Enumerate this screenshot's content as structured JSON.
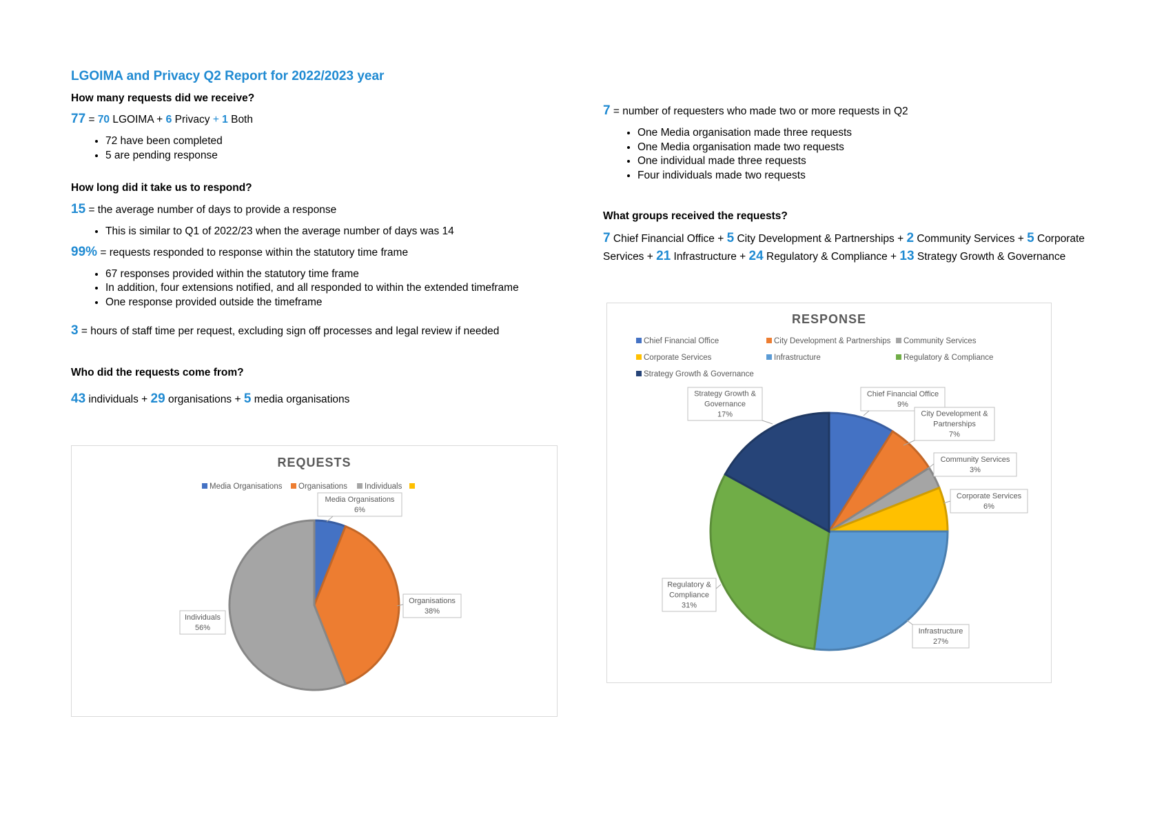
{
  "title": "LGOIMA and Privacy Q2 Report for 2022/2023 year",
  "s1": {
    "heading": "How many requests did we receive?",
    "total": "77",
    "eq": " = ",
    "lgoima_n": "70",
    "lgoima_t": " LGOIMA + ",
    "privacy_n": "6",
    "privacy_t": " Privacy ",
    "plus": "+ ",
    "both_n": "1",
    "both_t": " Both",
    "bullets": [
      "72 have been completed",
      "5 are pending response"
    ]
  },
  "s2": {
    "heading": "How long did it take us to respond?",
    "days_n": "15",
    "days_t": " = the average number of days to provide a response",
    "days_bullets": [
      "This is similar to Q1 of 2022/23 when the average number of days was 14"
    ],
    "pct_n": "99%",
    "pct_t": " = requests responded to response within the statutory time frame",
    "pct_bullets": [
      "67 responses provided within the statutory time frame",
      "In addition, four extensions notified, and all responded to within the extended timeframe",
      "One response provided outside the timeframe"
    ],
    "hours_n": "3",
    "hours_t": " = hours of staff time per request, excluding sign off processes and legal review if needed"
  },
  "s3": {
    "heading": "Who did the requests come from?",
    "ind_n": "43",
    "ind_t": " individuals + ",
    "org_n": "29",
    "org_t": " organisations + ",
    "media_n": "5",
    "media_t": " media organisations"
  },
  "s4": {
    "rep_n": "7",
    "rep_t": " = number of requesters who made two or more requests in Q2",
    "bullets": [
      "One Media organisation made three requests",
      "One Media organisation made two requests",
      "One individual made three requests",
      "Four individuals made two requests"
    ]
  },
  "s5": {
    "heading": "What groups received the requests?",
    "parts": [
      {
        "n": "7",
        "t": " Chief Financial Office + "
      },
      {
        "n": "5",
        "t": " City Development & Partnerships + "
      },
      {
        "n": "2",
        "t": " Community Services + "
      },
      {
        "n": "5",
        "t": " Corporate Services + "
      },
      {
        "n": "21",
        "t": " Infrastructure + "
      },
      {
        "n": "24",
        "t": " Regulatory & Compliance + "
      },
      {
        "n": "13",
        "t": " Strategy Growth & Governance"
      }
    ]
  },
  "chart_data": [
    {
      "type": "pie",
      "title": "REQUESTS",
      "legend_position": "top",
      "legend": [
        "Media Organisations",
        "Organisations",
        "Individuals",
        ""
      ],
      "slices": [
        {
          "label": "Media Organisations",
          "value": 6,
          "pct_label": "6%",
          "color": "#4472c4"
        },
        {
          "label": "Organisations",
          "value": 38,
          "pct_label": "38%",
          "color": "#ed7d31"
        },
        {
          "label": "Individuals",
          "value": 56,
          "pct_label": "56%",
          "color": "#a5a5a5"
        }
      ],
      "legend_colors": [
        "#4472c4",
        "#ed7d31",
        "#a5a5a5",
        "#ffc000"
      ]
    },
    {
      "type": "pie",
      "title": "RESPONSE",
      "legend_position": "top",
      "slices": [
        {
          "label": "Chief Financial Office",
          "value": 9,
          "pct_label": "9%",
          "color": "#4472c4"
        },
        {
          "label": "City Development & Partnerships",
          "value": 7,
          "pct_label": "7%",
          "color": "#ed7d31"
        },
        {
          "label": "Community Services",
          "value": 3,
          "pct_label": "3%",
          "color": "#a5a5a5"
        },
        {
          "label": "Corporate Services",
          "value": 6,
          "pct_label": "6%",
          "color": "#ffc000"
        },
        {
          "label": "Infrastructure",
          "value": 27,
          "pct_label": "27%",
          "color": "#5b9bd5"
        },
        {
          "label": "Regulatory & Compliance",
          "value": 31,
          "pct_label": "31%",
          "color": "#70ad47"
        },
        {
          "label": "Strategy Growth & Governance",
          "value": 17,
          "pct_label": "17%",
          "color": "#264478"
        }
      ]
    }
  ]
}
